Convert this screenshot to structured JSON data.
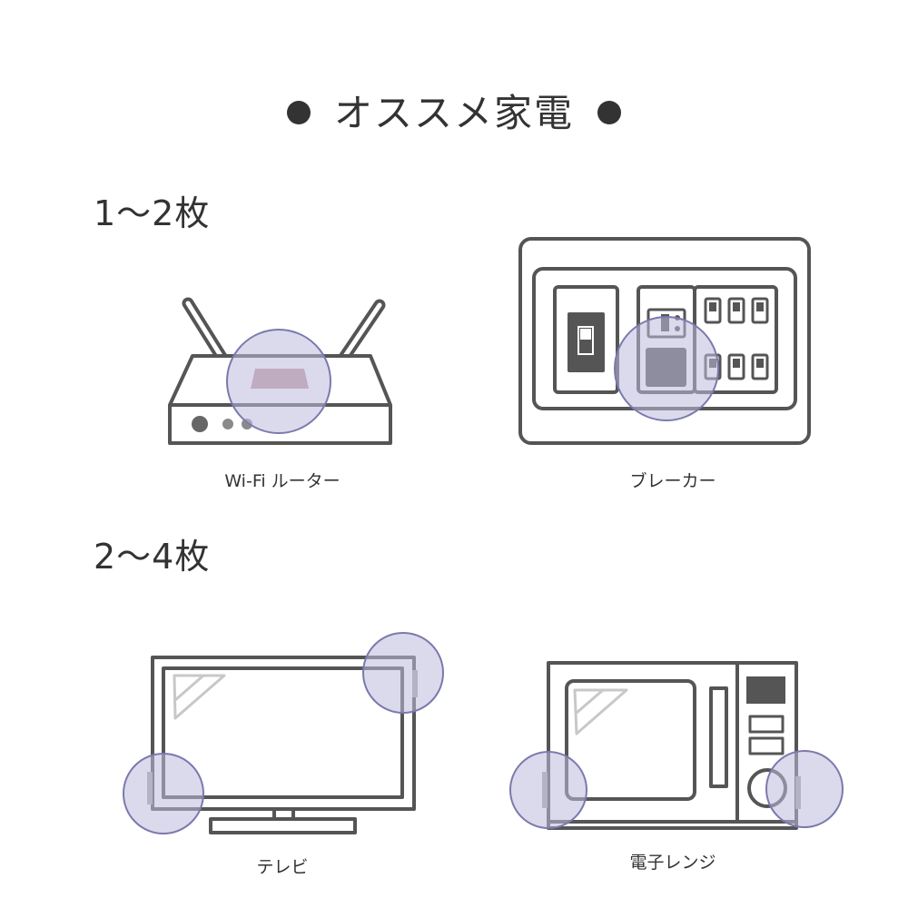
{
  "title": "オススメ家電",
  "colors": {
    "line": "#555555",
    "text": "#333333",
    "marker_fill": "#bdbbdc",
    "marker_stroke": "#7b79ad",
    "accent": "#c49a9d"
  },
  "sections": [
    {
      "heading": "1〜2枚",
      "items": [
        {
          "label": "Wi-Fi ルーター",
          "icon": "wifi-router-icon"
        },
        {
          "label": "ブレーカー",
          "icon": "breaker-panel-icon"
        }
      ]
    },
    {
      "heading": "2〜4枚",
      "items": [
        {
          "label": "テレビ",
          "icon": "tv-icon"
        },
        {
          "label": "電子レンジ",
          "icon": "microwave-icon"
        }
      ]
    }
  ]
}
